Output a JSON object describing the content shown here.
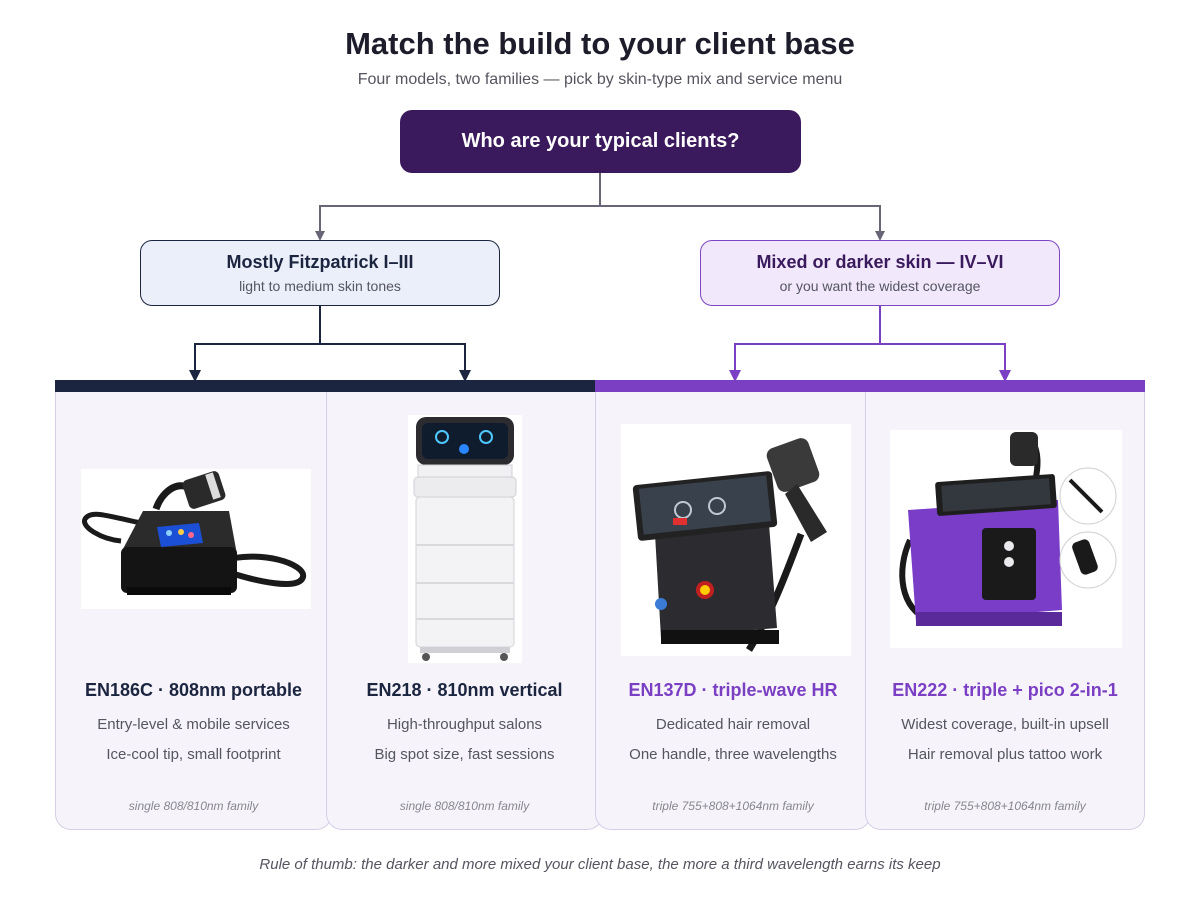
{
  "header": {
    "title": "Match the build to your client base",
    "subtitle": "Four models, two families — pick by skin-type mix and service menu"
  },
  "question": "Who are your typical clients?",
  "branches": [
    {
      "title": "Mostly Fitzpatrick I–III",
      "subtitle": "light to medium skin tones",
      "color": "#1c2540"
    },
    {
      "title": "Mixed or darker skin — IV–VI",
      "subtitle": "or you want the widest coverage",
      "color": "#7b3fc4"
    }
  ],
  "cards": [
    {
      "name": "EN186C · 808nm portable",
      "line1": "Entry-level & mobile services",
      "line2": "Ice-cool tip, small footprint",
      "family": "single 808/810nm family",
      "image": "portable-laser-device-photo"
    },
    {
      "name": "EN218 · 810nm vertical",
      "line1": "High-throughput salons",
      "line2": "Big spot size, fast sessions",
      "family": "single 808/810nm family",
      "image": "vertical-laser-cart-photo"
    },
    {
      "name": "EN137D · triple-wave HR",
      "line1": "Dedicated hair removal",
      "line2": "One handle, three wavelengths",
      "family": "triple 755+808+1064nm family",
      "image": "triple-wave-laser-photo"
    },
    {
      "name": "EN222 · triple + pico 2-in-1",
      "line1": "Widest coverage, built-in upsell",
      "line2": "Hair removal plus tattoo work",
      "family": "triple 755+808+1064nm family",
      "image": "purple-laser-pico-photo"
    }
  ],
  "footer": "Rule of thumb: the darker and more mixed your client base, the more a third wavelength earns its keep",
  "colors": {
    "dark_navy": "#1c2540",
    "purple": "#7b3fc4",
    "question_bg": "#3a1a5c",
    "connector_gray": "#666677"
  }
}
